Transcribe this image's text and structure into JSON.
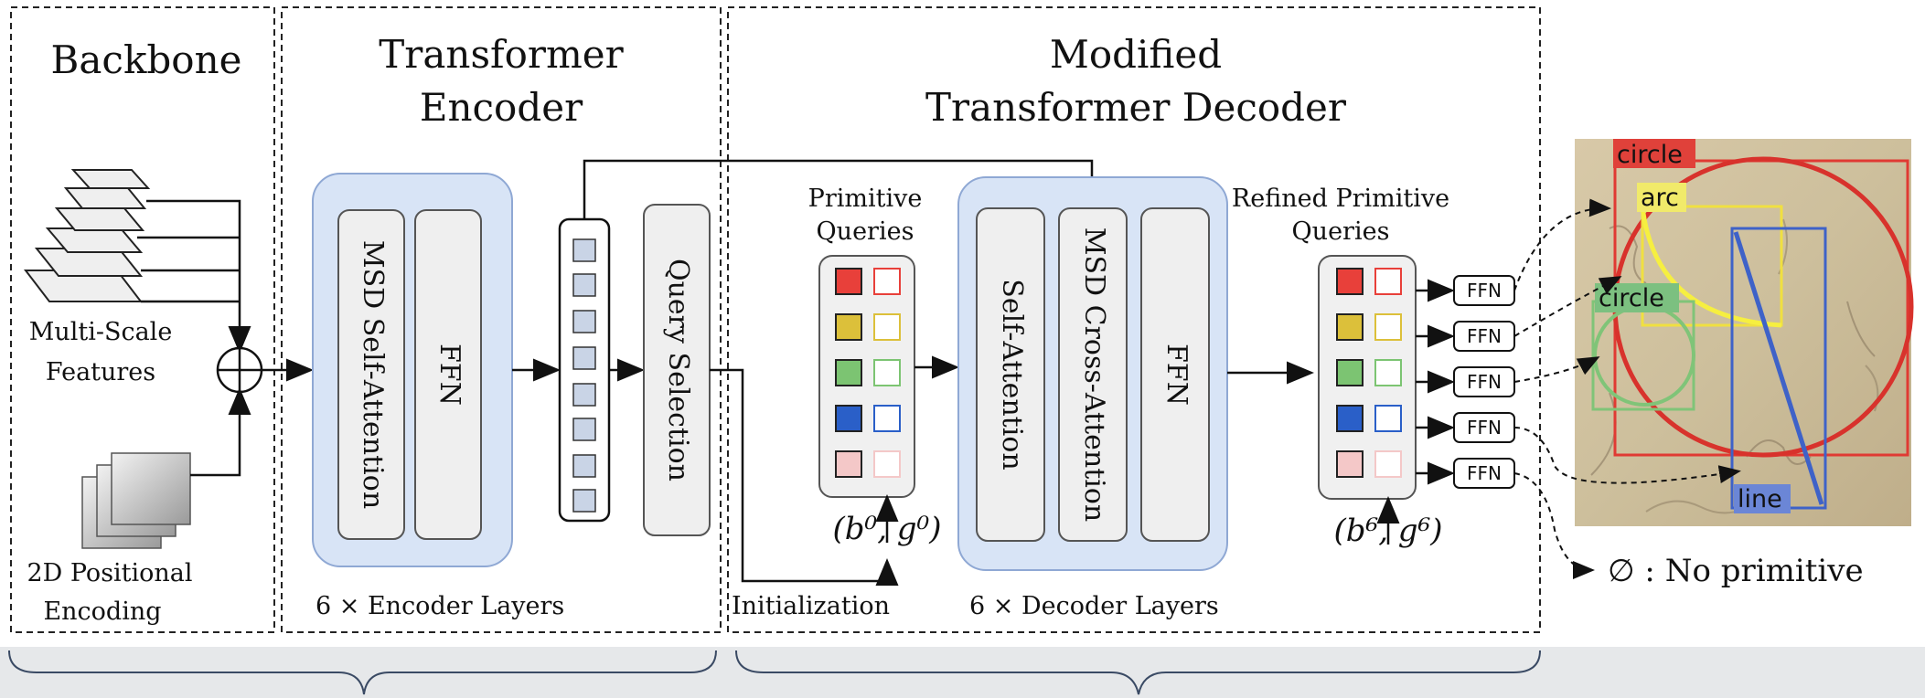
{
  "sections": {
    "backbone": {
      "title": "Backbone"
    },
    "encoder": {
      "title_line1": "Transformer",
      "title_line2": "Encoder",
      "layers_label": "6 × Encoder Layers"
    },
    "decoder": {
      "title_line1": "Modified",
      "title_line2": "Transformer Decoder",
      "layers_label": "6 × Decoder Layers"
    }
  },
  "backbone": {
    "features_line1": "Multi-Scale",
    "features_line2": "Features",
    "pos_line1": "2D Positional",
    "pos_line2": "Encoding"
  },
  "encoder": {
    "block1": "MSD Self-Attention",
    "block2": "FFN",
    "query_selection": "Query Selection"
  },
  "decoder": {
    "primitive_queries_line1": "Primitive",
    "primitive_queries_line2": "Queries",
    "init_label": "Initialization",
    "init_math": "(b⁰, g⁰)",
    "block1": "Self-Attention",
    "block2": "MSD Cross-Attention",
    "block3": "FFN",
    "refined_line1": "Refined Primitive",
    "refined_line2": "Queries",
    "refined_math": "(b⁶, g⁶)",
    "ffn_labels": [
      "FFN",
      "FFN",
      "FFN",
      "FFN",
      "FFN"
    ]
  },
  "query_colors": [
    "#e8403a",
    "#dcc03a",
    "#7cc472",
    "#2a5fc8",
    "#f4c8c8"
  ],
  "detections": {
    "tags": [
      "circle",
      "arc",
      "circle",
      "line"
    ],
    "no_primitive": "∅ : No primitive"
  },
  "colors": {
    "block_blue": "#d8e4f6",
    "block_blue_border": "#8fa8d4",
    "encoder_gray": "#efefef"
  }
}
